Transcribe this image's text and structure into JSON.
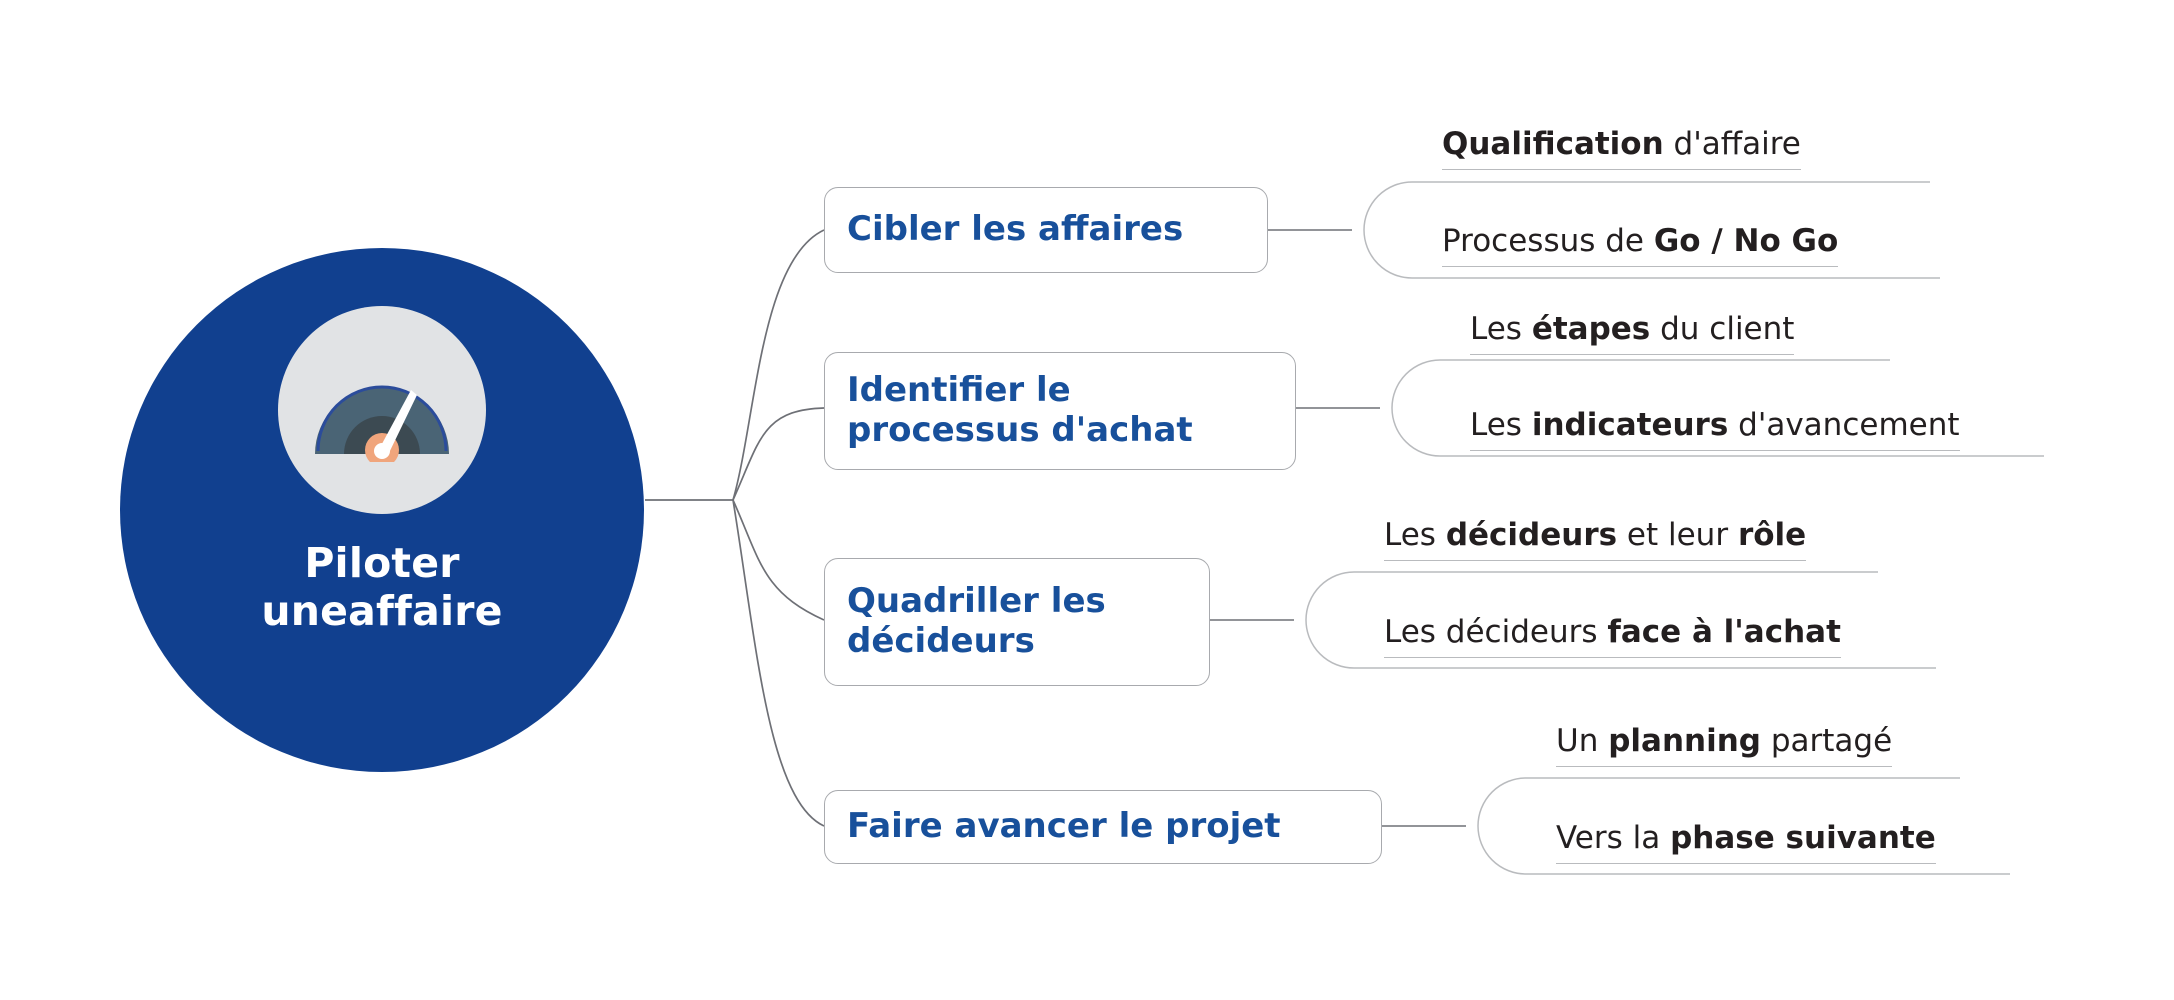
{
  "diagram": {
    "type": "mind-map",
    "title": "Piloter une affaire",
    "orientation": "left-to-right",
    "colors": {
      "root_fill": "#11408F",
      "root_text": "#FFFFFF",
      "branch_text": "#18509B",
      "branch_border": "#A8AAAE",
      "leaf_text": "#231F20",
      "leaf_underline": "#B9BBBE",
      "connector": "#6E7076",
      "icon_disc": "#E1E3E5",
      "icon_gauge_outer": "#4A6475",
      "icon_gauge_inner": "#3C4A52",
      "icon_needle": "#FFFFFF",
      "icon_pivot": "#F0A57C"
    },
    "root": {
      "label": "Piloter une affaire",
      "label_lines": [
        "Piloter une",
        "affaire"
      ],
      "icon": "gauge-icon"
    },
    "branches": [
      {
        "id": "cibler",
        "label": "Cibler les affaires",
        "label_lines": [
          "Cibler les affaires"
        ],
        "leaves": [
          {
            "parts": [
              {
                "t": "Qualification",
                "b": true
              },
              {
                "t": " d'affaire",
                "b": false
              }
            ],
            "plain": "Qualification d'affaire"
          },
          {
            "parts": [
              {
                "t": "Processus de ",
                "b": false
              },
              {
                "t": "Go / No Go",
                "b": true
              }
            ],
            "plain": "Processus de Go / No Go"
          }
        ]
      },
      {
        "id": "identifier",
        "label": "Identifier le processus d'achat",
        "label_lines": [
          "Identifier le",
          "processus d'achat"
        ],
        "leaves": [
          {
            "parts": [
              {
                "t": "Les ",
                "b": false
              },
              {
                "t": "étapes",
                "b": true
              },
              {
                "t": " du client",
                "b": false
              }
            ],
            "plain": "Les étapes du client"
          },
          {
            "parts": [
              {
                "t": "Les ",
                "b": false
              },
              {
                "t": "indicateurs",
                "b": true
              },
              {
                "t": " d'avancement",
                "b": false
              }
            ],
            "plain": "Les indicateurs d'avancement"
          }
        ]
      },
      {
        "id": "quadriller",
        "label": "Quadriller les décideurs",
        "label_lines": [
          "Quadriller les",
          "décideurs"
        ],
        "leaves": [
          {
            "parts": [
              {
                "t": "Les ",
                "b": false
              },
              {
                "t": "décideurs",
                "b": true
              },
              {
                "t": " et leur ",
                "b": false
              },
              {
                "t": "rôle",
                "b": true
              }
            ],
            "plain": "Les décideurs et leur rôle"
          },
          {
            "parts": [
              {
                "t": "Les décideurs ",
                "b": false
              },
              {
                "t": "face à l'achat",
                "b": true
              }
            ],
            "plain": "Les décideurs face à l'achat"
          }
        ]
      },
      {
        "id": "faire-avancer",
        "label": "Faire avancer le projet",
        "label_lines": [
          "Faire avancer le projet"
        ],
        "leaves": [
          {
            "parts": [
              {
                "t": "Un ",
                "b": false
              },
              {
                "t": "planning",
                "b": true
              },
              {
                "t": " partagé",
                "b": false
              }
            ],
            "plain": "Un planning partagé"
          },
          {
            "parts": [
              {
                "t": "Vers la ",
                "b": false
              },
              {
                "t": "phase suivante",
                "b": true
              }
            ],
            "plain": "Vers la phase suivante"
          }
        ]
      }
    ]
  }
}
